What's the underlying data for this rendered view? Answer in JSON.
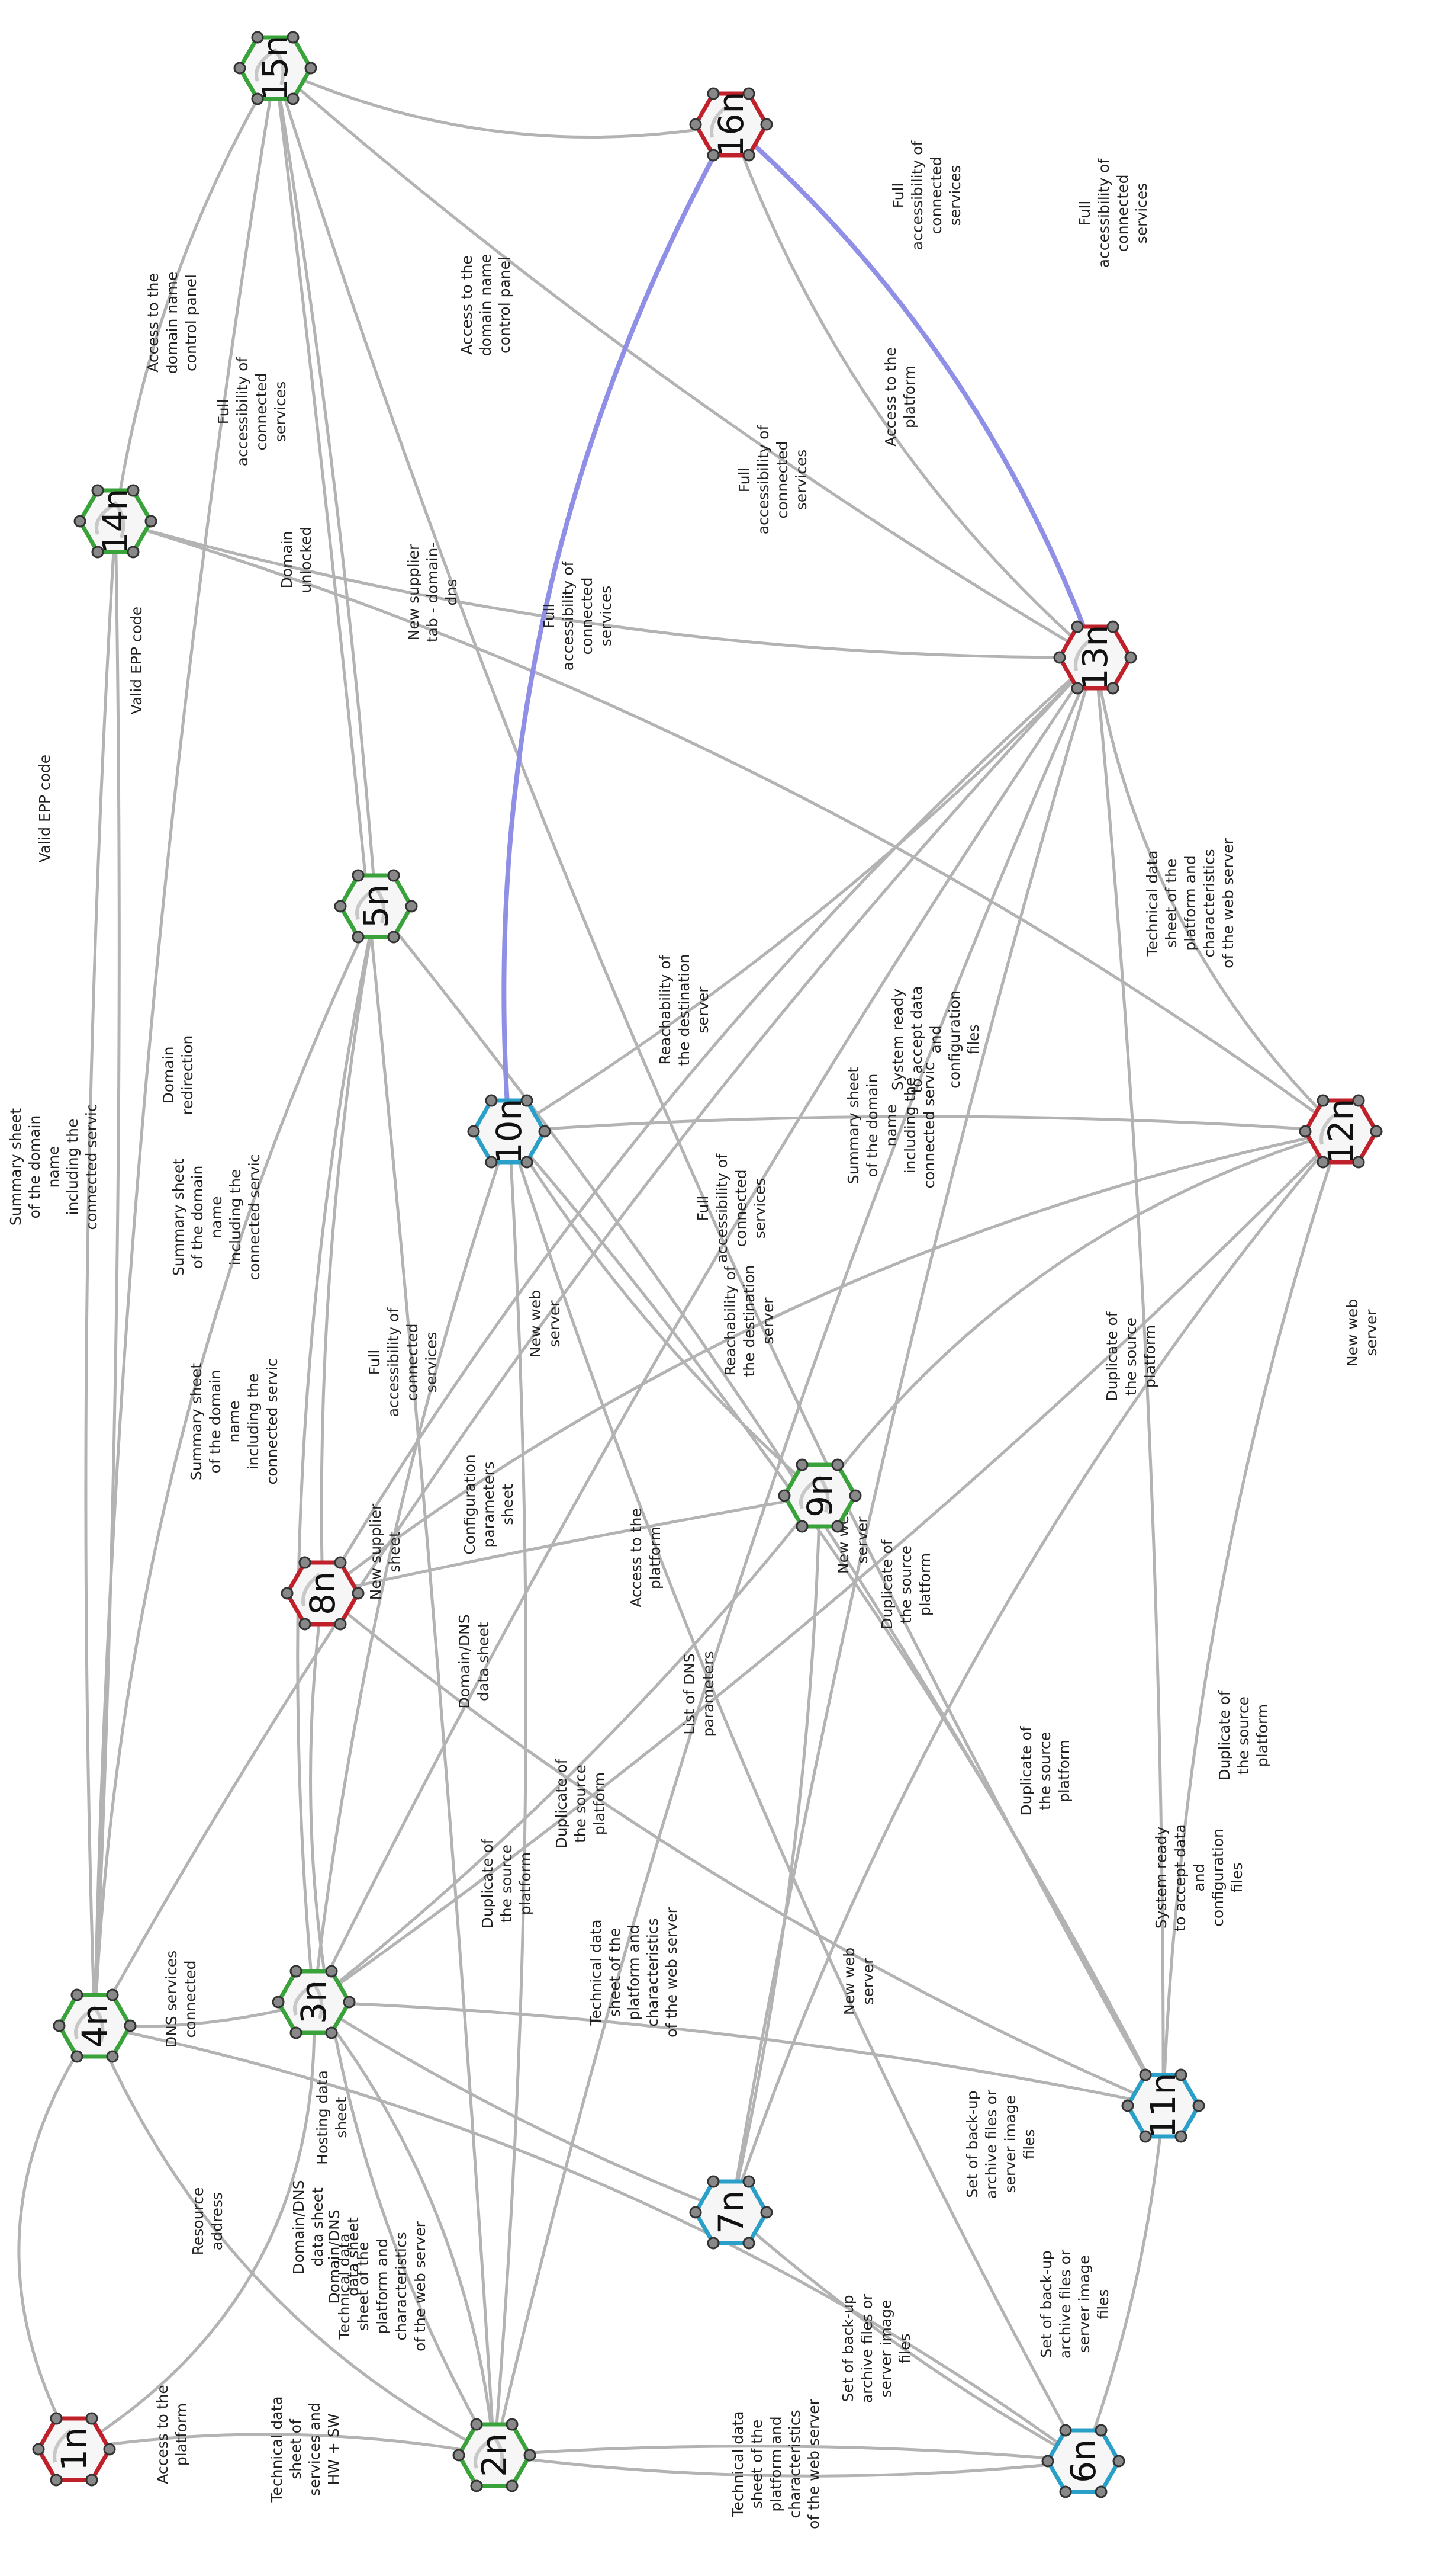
{
  "colors": {
    "green": "#3aa23a",
    "red": "#c0202a",
    "blue": "#2a9fc8",
    "edge": "#b3b3b3",
    "highlight": "#8f8fe6"
  },
  "nodes": [
    {
      "id": "1n",
      "label": "1n",
      "color": "red"
    },
    {
      "id": "2n",
      "label": "2n",
      "color": "green"
    },
    {
      "id": "3n",
      "label": "3n",
      "color": "green"
    },
    {
      "id": "4n",
      "label": "4n",
      "color": "green"
    },
    {
      "id": "5n",
      "label": "5n",
      "color": "green"
    },
    {
      "id": "6n",
      "label": "6n",
      "color": "blue"
    },
    {
      "id": "7n",
      "label": "7n",
      "color": "blue"
    },
    {
      "id": "8n",
      "label": "8n",
      "color": "red"
    },
    {
      "id": "9n",
      "label": "9n",
      "color": "green"
    },
    {
      "id": "10n",
      "label": "10n",
      "color": "blue"
    },
    {
      "id": "11n",
      "label": "11n",
      "color": "blue"
    },
    {
      "id": "12n",
      "label": "12n",
      "color": "red"
    },
    {
      "id": "13n",
      "label": "13n",
      "color": "red"
    },
    {
      "id": "14n",
      "label": "14n",
      "color": "green"
    },
    {
      "id": "15n",
      "label": "15n",
      "color": "green"
    },
    {
      "id": "16n",
      "label": "16n",
      "color": "red"
    }
  ],
  "edge_labels": [
    {
      "lines": [
        "Access to the",
        "platform"
      ]
    },
    {
      "lines": [
        "Technical data",
        "sheet of",
        "services and",
        "HW + SW"
      ]
    },
    {
      "lines": [
        "Domain/DNS",
        "data sheet"
      ]
    },
    {
      "lines": [
        "Technical data",
        "sheet of the",
        "platform and",
        "characteristics",
        "of the web server"
      ]
    },
    {
      "lines": [
        "Set of back-up",
        "archive files or",
        "server image",
        "files"
      ]
    },
    {
      "lines": [
        "Resource",
        "address"
      ]
    },
    {
      "lines": [
        "Domain/DNS",
        "data sheet"
      ]
    },
    {
      "lines": [
        "Hosting data",
        "sheet"
      ]
    },
    {
      "lines": [
        "Technical data",
        "sheet of the",
        "platform and",
        "characteristics",
        "of the web server"
      ]
    },
    {
      "lines": [
        "DNS services",
        "connected"
      ]
    },
    {
      "lines": [
        "Set of back-up",
        "archive files or",
        "server image",
        "files"
      ]
    },
    {
      "lines": [
        "Set of back-up",
        "archive files or",
        "server image",
        "files"
      ]
    },
    {
      "lines": [
        "Technical data",
        "sheet of the",
        "platform and",
        "characteristics",
        "of the web server"
      ]
    },
    {
      "lines": [
        "Duplicate of",
        "the source",
        "platform"
      ]
    },
    {
      "lines": [
        "Duplicate of",
        "the source",
        "platform"
      ]
    },
    {
      "lines": [
        "New web",
        "server"
      ]
    },
    {
      "lines": [
        "System ready",
        "to accept data",
        "and",
        "configuration",
        "files"
      ]
    },
    {
      "lines": [
        "Duplicate of",
        "the source",
        "platform"
      ]
    },
    {
      "lines": [
        "Duplicate of",
        "the source",
        "platform"
      ]
    },
    {
      "lines": [
        "Domain/DNS",
        "data sheet"
      ]
    },
    {
      "lines": [
        "List of DNS",
        "parameters"
      ]
    },
    {
      "lines": [
        "Summary sheet",
        "of the domain",
        "name",
        "including the",
        "connected servic"
      ]
    },
    {
      "lines": [
        "New supplier",
        "sheet"
      ]
    },
    {
      "lines": [
        "Configuration",
        "parameters",
        "sheet"
      ]
    },
    {
      "lines": [
        "Access to the",
        "platform"
      ]
    },
    {
      "lines": [
        "New web",
        "server"
      ]
    },
    {
      "lines": [
        "Duplicate of",
        "the source",
        "platform"
      ]
    },
    {
      "lines": [
        "Full",
        "accessibility of",
        "connected",
        "services"
      ]
    },
    {
      "lines": [
        "New web",
        "server"
      ]
    },
    {
      "lines": [
        "Reachability of",
        "the destination",
        "server"
      ]
    },
    {
      "lines": [
        "Full",
        "accessibility of",
        "connected",
        "services"
      ]
    },
    {
      "lines": [
        "Duplicate of",
        "the source",
        "platform"
      ]
    },
    {
      "lines": [
        "New web",
        "server"
      ]
    },
    {
      "lines": [
        "Summary sheet",
        "of the domain",
        "name",
        "including the",
        "connected servic"
      ]
    },
    {
      "lines": [
        "Summary sheet",
        "of the domain",
        "name",
        "including the",
        "connected servic"
      ]
    },
    {
      "lines": [
        "Valid EPP code"
      ]
    },
    {
      "lines": [
        "Summary sheet",
        "of the domain",
        "name",
        "including the",
        "connected servic"
      ]
    },
    {
      "lines": [
        "System ready",
        "to accept data",
        "and",
        "configuration",
        "files"
      ]
    },
    {
      "lines": [
        "Reachability of",
        "the destination",
        "server"
      ]
    },
    {
      "lines": [
        "Technical data",
        "sheet of the",
        "platform and",
        "characteristics",
        "of the web server"
      ]
    },
    {
      "lines": [
        "Domain",
        "redirection"
      ]
    },
    {
      "lines": [
        "Valid EPP code"
      ]
    },
    {
      "lines": [
        "Domain",
        "unlocked"
      ]
    },
    {
      "lines": [
        "New supplier",
        "tab - domain-",
        "dns"
      ]
    },
    {
      "lines": [
        "Full",
        "accessibility of",
        "connected",
        "services"
      ]
    },
    {
      "lines": [
        "Full",
        "accessibility of",
        "connected",
        "services"
      ]
    },
    {
      "lines": [
        "Access to the",
        "domain name",
        "control panel"
      ]
    },
    {
      "lines": [
        "Access to the",
        "domain name",
        "control panel"
      ]
    },
    {
      "lines": [
        "Full",
        "accessibility of",
        "connected",
        "services"
      ]
    },
    {
      "lines": [
        "Full",
        "accessibility of",
        "connected",
        "services"
      ]
    },
    {
      "lines": [
        "Full",
        "accessibility of",
        "connected",
        "services"
      ]
    },
    {
      "lines": [
        "Access to the",
        "platform"
      ]
    }
  ]
}
